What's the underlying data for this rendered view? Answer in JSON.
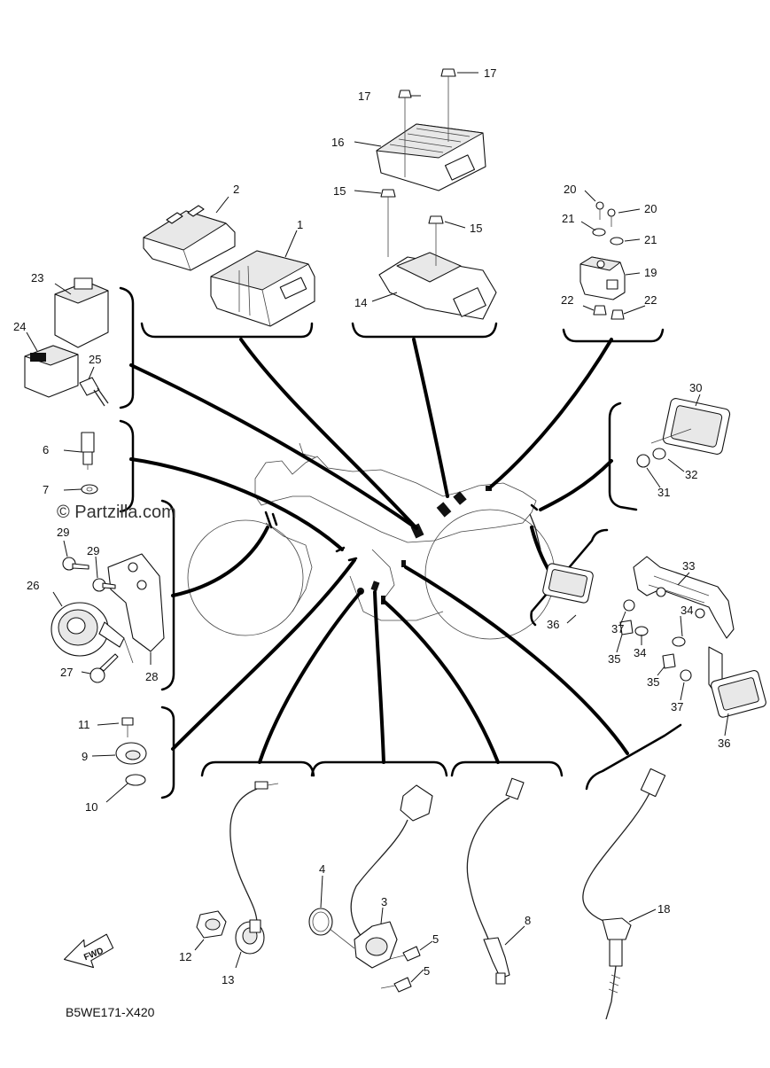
{
  "diagram": {
    "code": "B5WE171-X420",
    "watermark": "© Partzilla.com",
    "fwd_label": "FWD",
    "callouts": {
      "c1": "1",
      "c2": "2",
      "c3": "3",
      "c4": "4",
      "c5a": "5",
      "c5b": "5",
      "c6": "6",
      "c7": "7",
      "c8": "8",
      "c9": "9",
      "c10": "10",
      "c11": "11",
      "c12": "12",
      "c13": "13",
      "c14": "14",
      "c15a": "15",
      "c15b": "15",
      "c16": "16",
      "c17a": "17",
      "c17b": "17",
      "c18": "18",
      "c19": "19",
      "c20a": "20",
      "c20b": "20",
      "c21a": "21",
      "c21b": "21",
      "c22a": "22",
      "c22b": "22",
      "c23": "23",
      "c24": "24",
      "c25": "25",
      "c26": "26",
      "c27": "27",
      "c28": "28",
      "c29a": "29",
      "c29b": "29",
      "c30": "30",
      "c31": "31",
      "c32": "32",
      "c33": "33",
      "c34a": "34",
      "c34b": "34",
      "c35a": "35",
      "c35b": "35",
      "c36a": "36",
      "c36b": "36",
      "c37a": "37",
      "c37b": "37"
    }
  }
}
